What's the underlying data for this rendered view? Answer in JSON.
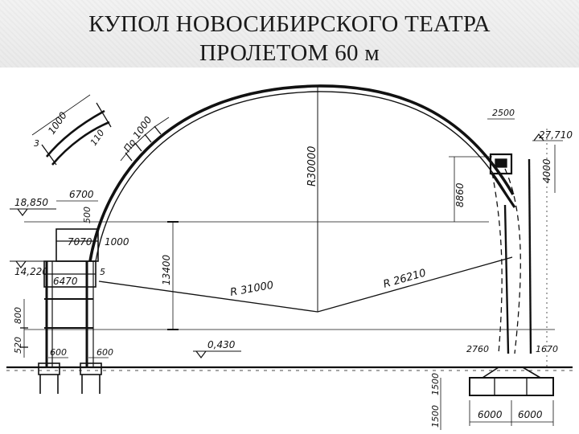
{
  "slide": {
    "title_line1": "КУПОЛ НОВОСИБИРСКОГО ТЕАТРА",
    "title_line2": "ПРОЛЕТОМ 60 м"
  },
  "drawing": {
    "radius_vertical": "R30000",
    "radius_left": "R 31000",
    "radius_right": "R 26210",
    "rib_spacing": "По 1000",
    "detail_len": "1000",
    "detail_thick": "110",
    "detail_small": "3",
    "elev_18850": "18,850",
    "elev_14220": "14,220",
    "elev_0430": "0,430",
    "elev_27710": "27,710",
    "w_6700": "6700",
    "d_500": "500",
    "w_7070": "7070",
    "d_1000": "1000",
    "d_13400": "13400",
    "w_6470": "6470",
    "n_5": "5",
    "d_800": "800",
    "d_520": "520",
    "w_600_a": "600",
    "w_600_b": "600",
    "w_2500": "2500",
    "h_8860": "8860",
    "h_4000": "4000",
    "d_2760": "2760",
    "d_1670": "1670",
    "d_1500_a": "1500",
    "d_1500_b": "1500",
    "w_6000_a": "6000",
    "w_6000_b": "6000"
  }
}
